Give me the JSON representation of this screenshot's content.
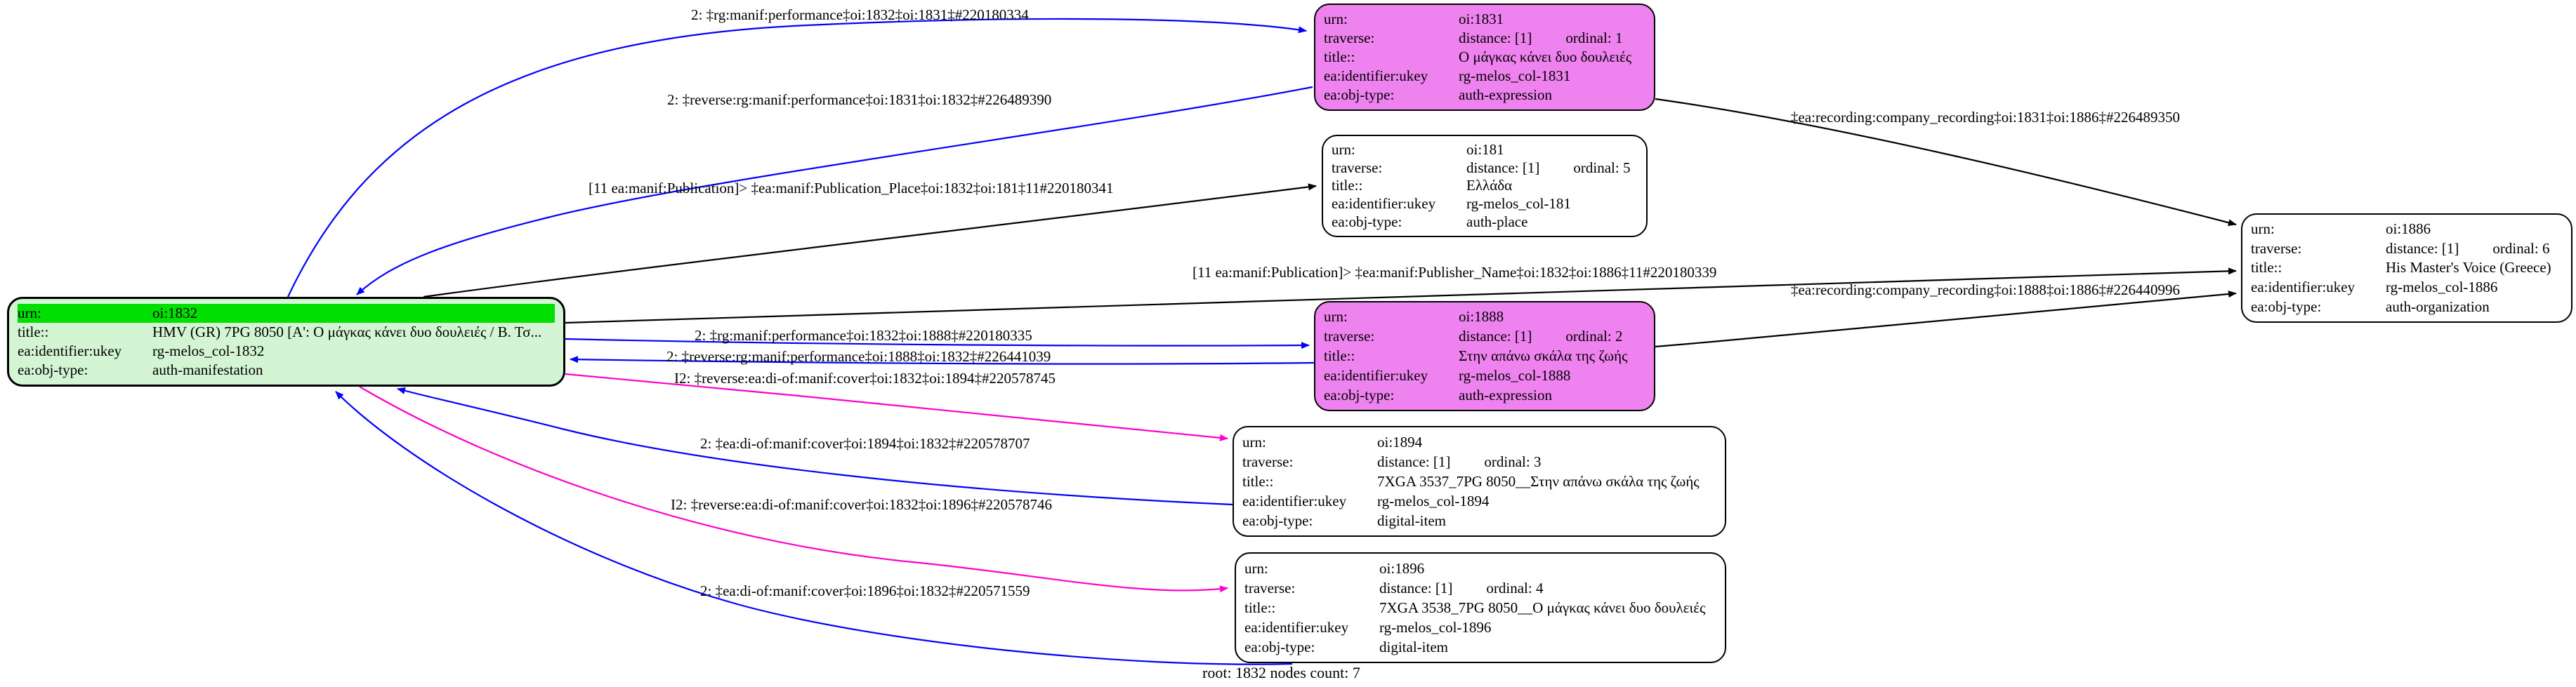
{
  "colors": {
    "edge_blue": "#0000ff",
    "edge_magenta": "#ff00cc",
    "edge_black": "#000000",
    "root_node_fill": "#d3f5d3",
    "root_node_highlight": "#00e000",
    "expression_node_fill": "#ee82ee",
    "plain_node_fill": "#ffffff"
  },
  "footer": "root: 1832 nodes count: 7",
  "nodes": [
    {
      "id": "oi:1832",
      "kind": "root-manifestation",
      "rows": [
        {
          "key": "urn:",
          "value": "oi:1832"
        },
        {
          "key": "title::",
          "value": "HMV (GR) 7PG 8050 [Α': Ο μάγκας κάνει δυο δουλειές / Β. Τσ..."
        },
        {
          "key": "ea:identifier:ukey",
          "value": "rg-melos_col-1832"
        },
        {
          "key": "ea:obj-type:",
          "value": "auth-manifestation"
        }
      ]
    },
    {
      "id": "oi:1831",
      "kind": "expression",
      "rows": [
        {
          "key": "urn:",
          "value": "oi:1831"
        },
        {
          "key": "traverse:",
          "value": "distance: [1]",
          "value2": "ordinal: 1"
        },
        {
          "key": "title::",
          "value": "Ο μάγκας κάνει δυο δουλειές"
        },
        {
          "key": "ea:identifier:ukey",
          "value": "rg-melos_col-1831"
        },
        {
          "key": "ea:obj-type:",
          "value": "auth-expression"
        }
      ]
    },
    {
      "id": "oi:181",
      "kind": "place",
      "rows": [
        {
          "key": "urn:",
          "value": "oi:181"
        },
        {
          "key": "traverse:",
          "value": "distance: [1]",
          "value2": "ordinal: 5"
        },
        {
          "key": "title::",
          "value": "Ελλάδα"
        },
        {
          "key": "ea:identifier:ukey",
          "value": "rg-melos_col-181"
        },
        {
          "key": "ea:obj-type:",
          "value": "auth-place"
        }
      ]
    },
    {
      "id": "oi:1886",
      "kind": "organization",
      "rows": [
        {
          "key": "urn:",
          "value": "oi:1886"
        },
        {
          "key": "traverse:",
          "value": "distance: [1]",
          "value2": "ordinal: 6"
        },
        {
          "key": "title::",
          "value": "His Master's Voice (Greece)"
        },
        {
          "key": "ea:identifier:ukey",
          "value": "rg-melos_col-1886"
        },
        {
          "key": "ea:obj-type:",
          "value": "auth-organization"
        }
      ]
    },
    {
      "id": "oi:1888",
      "kind": "expression",
      "rows": [
        {
          "key": "urn:",
          "value": "oi:1888"
        },
        {
          "key": "traverse:",
          "value": "distance: [1]",
          "value2": "ordinal: 2"
        },
        {
          "key": "title::",
          "value": "Στην απάνω σκάλα της ζωής"
        },
        {
          "key": "ea:identifier:ukey",
          "value": "rg-melos_col-1888"
        },
        {
          "key": "ea:obj-type:",
          "value": "auth-expression"
        }
      ]
    },
    {
      "id": "oi:1894",
      "kind": "digital-item",
      "rows": [
        {
          "key": "urn:",
          "value": "oi:1894"
        },
        {
          "key": "traverse:",
          "value": "distance: [1]",
          "value2": "ordinal: 3"
        },
        {
          "key": "title::",
          "value": "7XGA 3537_7PG 8050__Στην απάνω σκάλα της ζωής"
        },
        {
          "key": "ea:identifier:ukey",
          "value": "rg-melos_col-1894"
        },
        {
          "key": "ea:obj-type:",
          "value": "digital-item"
        }
      ]
    },
    {
      "id": "oi:1896",
      "kind": "digital-item",
      "rows": [
        {
          "key": "urn:",
          "value": "oi:1896"
        },
        {
          "key": "traverse:",
          "value": "distance: [1]",
          "value2": "ordinal: 4"
        },
        {
          "key": "title::",
          "value": "7XGA 3538_7PG 8050__Ο μάγκας κάνει δυο δουλειές"
        },
        {
          "key": "ea:identifier:ukey",
          "value": "rg-melos_col-1896"
        },
        {
          "key": "ea:obj-type:",
          "value": "digital-item"
        }
      ]
    }
  ],
  "edges": [
    {
      "label": "2: ‡rg:manif:performance‡oi:1832‡oi:1831‡#220180334",
      "from": "oi:1832",
      "to": "oi:1831",
      "color": "#0000ff"
    },
    {
      "label": "2: ‡reverse:rg:manif:performance‡oi:1831‡oi:1832‡#226489390",
      "from": "oi:1831",
      "to": "oi:1832",
      "color": "#0000ff"
    },
    {
      "label": "[11 ea:manif:Publication]> ‡ea:manif:Publication_Place‡oi:1832‡oi:181‡11#220180341",
      "from": "oi:1832",
      "to": "oi:181",
      "color": "#000000"
    },
    {
      "label": "[11 ea:manif:Publication]> ‡ea:manif:Publisher_Name‡oi:1832‡oi:1886‡11#220180339",
      "from": "oi:1832",
      "to": "oi:1886",
      "color": "#000000"
    },
    {
      "label": "‡ea:recording:company_recording‡oi:1831‡oi:1886‡#226489350",
      "from": "oi:1831",
      "to": "oi:1886",
      "color": "#000000"
    },
    {
      "label": "‡ea:recording:company_recording‡oi:1888‡oi:1886‡#226440996",
      "from": "oi:1888",
      "to": "oi:1886",
      "color": "#000000"
    },
    {
      "label": "2: ‡rg:manif:performance‡oi:1832‡oi:1888‡#220180335",
      "from": "oi:1832",
      "to": "oi:1888",
      "color": "#0000ff"
    },
    {
      "label": "2: ‡reverse:rg:manif:performance‡oi:1888‡oi:1832‡#226441039",
      "from": "oi:1888",
      "to": "oi:1832",
      "color": "#0000ff"
    },
    {
      "label": "I2: ‡reverse:ea:di-of:manif:cover‡oi:1832‡oi:1894‡#220578745",
      "from": "oi:1832",
      "to": "oi:1894",
      "color": "#ff00cc"
    },
    {
      "label": "2: ‡ea:di-of:manif:cover‡oi:1894‡oi:1832‡#220578707",
      "from": "oi:1894",
      "to": "oi:1832",
      "color": "#0000ff"
    },
    {
      "label": "I2: ‡reverse:ea:di-of:manif:cover‡oi:1832‡oi:1896‡#220578746",
      "from": "oi:1832",
      "to": "oi:1896",
      "color": "#ff00cc"
    },
    {
      "label": "2: ‡ea:di-of:manif:cover‡oi:1896‡oi:1832‡#220571559",
      "from": "oi:1896",
      "to": "oi:1832",
      "color": "#0000ff"
    }
  ]
}
